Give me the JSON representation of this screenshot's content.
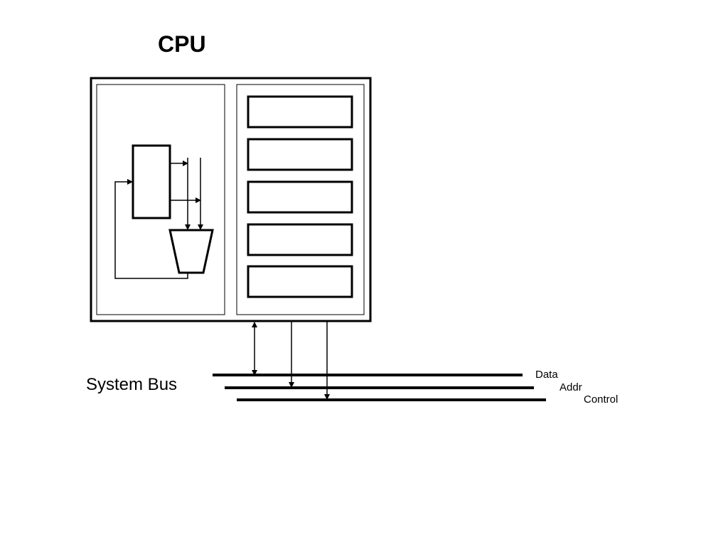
{
  "diagram": {
    "title": "CPU",
    "bus_label": "System Bus",
    "bus_lines": [
      {
        "label": "Data"
      },
      {
        "label": "Addr"
      },
      {
        "label": "Control"
      }
    ],
    "registers_count": 5
  }
}
